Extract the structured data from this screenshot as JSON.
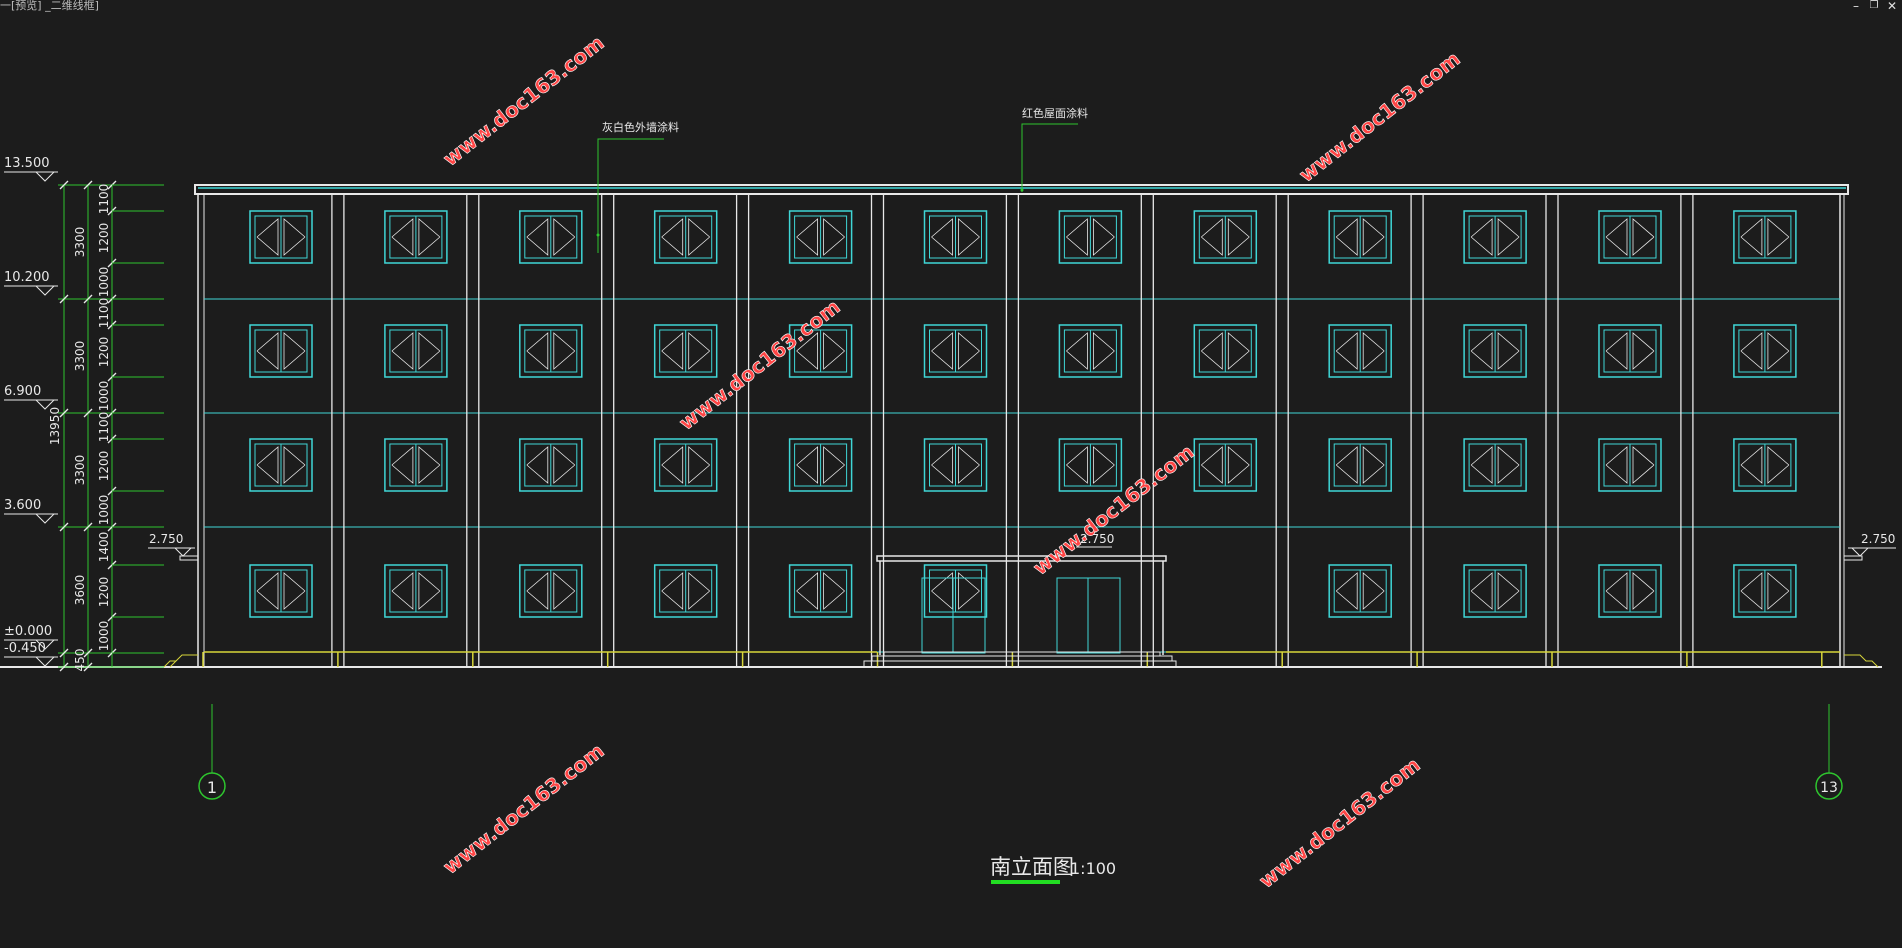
{
  "window": {
    "title": "一[预览] _二维线框]",
    "controls": {
      "minimize_icon": "minimize-icon",
      "restore_icon": "restore-icon",
      "close_icon": "close-icon"
    }
  },
  "drawing": {
    "title": "南立面图",
    "scale": "1:100",
    "callouts": {
      "wall_paint": "灰白色外墙涂料",
      "roof_paint": "红色屋面涂料"
    },
    "elevations_left": [
      "13.500",
      "10.200",
      "6.900",
      "3.600",
      "±0.000",
      "-0.450"
    ],
    "elevation_canopy": "2.750",
    "canopy_label": "2.750",
    "dim_total": "13950",
    "dims_floor": [
      "3300",
      "3300",
      "3300",
      "3600",
      "450"
    ],
    "dims_detail": [
      "1100",
      "1200",
      "1000",
      "1100",
      "1200",
      "1000",
      "1100",
      "1200",
      "1000",
      "1400",
      "1200",
      "1000"
    ],
    "axis_left": "1",
    "axis_right": "13",
    "watermark": "www.doc163.com",
    "colors": {
      "background": "#1c1c1c",
      "window": "#3fd6d6",
      "dimension": "#2ec52e",
      "outline": "#e8e8e8",
      "plinth": "#d8d63a",
      "watermark": "#ff4545"
    }
  }
}
